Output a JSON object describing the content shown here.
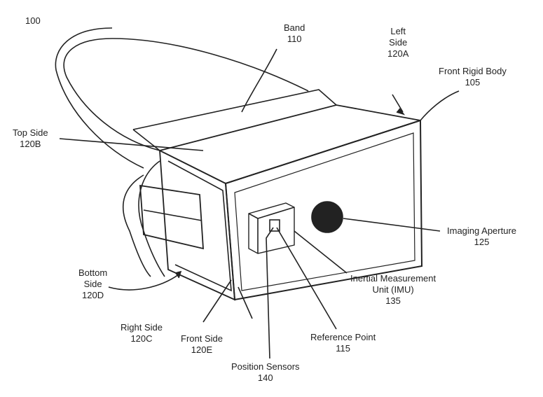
{
  "figure_number": "100",
  "labels": {
    "band": {
      "name": "Band",
      "ref": "110"
    },
    "left_side": {
      "name1": "Left",
      "name2": "Side",
      "ref": "120A"
    },
    "front_rigid_body": {
      "name": "Front Rigid Body",
      "ref": "105"
    },
    "top_side": {
      "name": "Top Side",
      "ref": "120B"
    },
    "imaging_aperture": {
      "name": "Imaging Aperture",
      "ref": "125"
    },
    "bottom_side": {
      "name1": "Bottom",
      "name2": "Side",
      "ref": "120D"
    },
    "imu": {
      "name1": "Inertial Measurement",
      "name2": "Unit (IMU)",
      "ref": "135"
    },
    "right_side": {
      "name": "Right Side",
      "ref": "120C"
    },
    "front_side": {
      "name": "Front Side",
      "ref": "120E"
    },
    "reference_point": {
      "name": "Reference Point",
      "ref": "115"
    },
    "position_sensors": {
      "name": "Position Sensors",
      "ref": "140"
    }
  }
}
